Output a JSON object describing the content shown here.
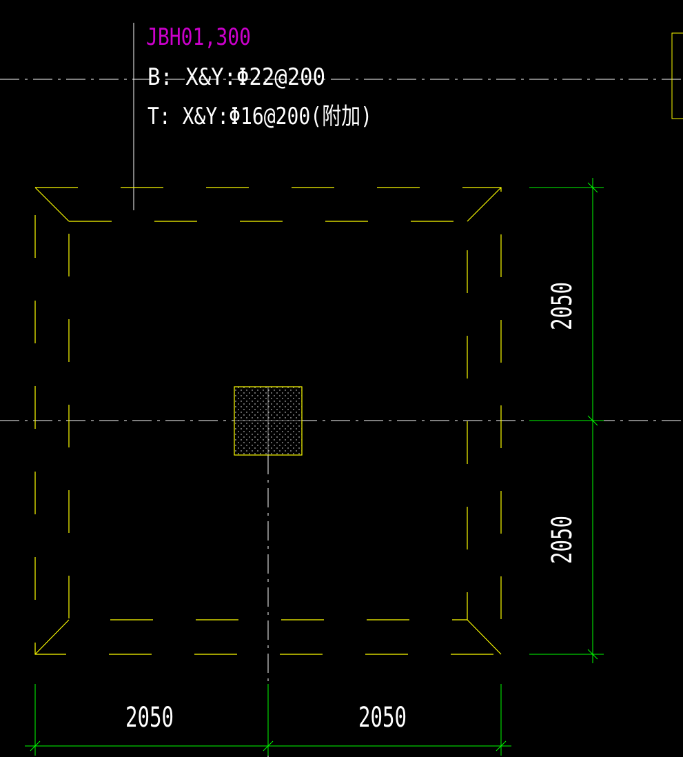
{
  "label": {
    "mark": "JBH01,300",
    "bottom_rebar": "B: X&Y:Φ22@200",
    "top_rebar": "T: X&Y:Φ16@200(附加)"
  },
  "dimensions": {
    "right_upper": "2050",
    "right_lower": "2050",
    "bottom_left": "2050",
    "bottom_right": "2050"
  },
  "colors": {
    "background": "#000000",
    "footing_outline": "#ffff00",
    "dimension": "#00ff00",
    "mark_text": "#cc00cc",
    "note_text": "#ffffff",
    "axis": "#ffffff"
  }
}
